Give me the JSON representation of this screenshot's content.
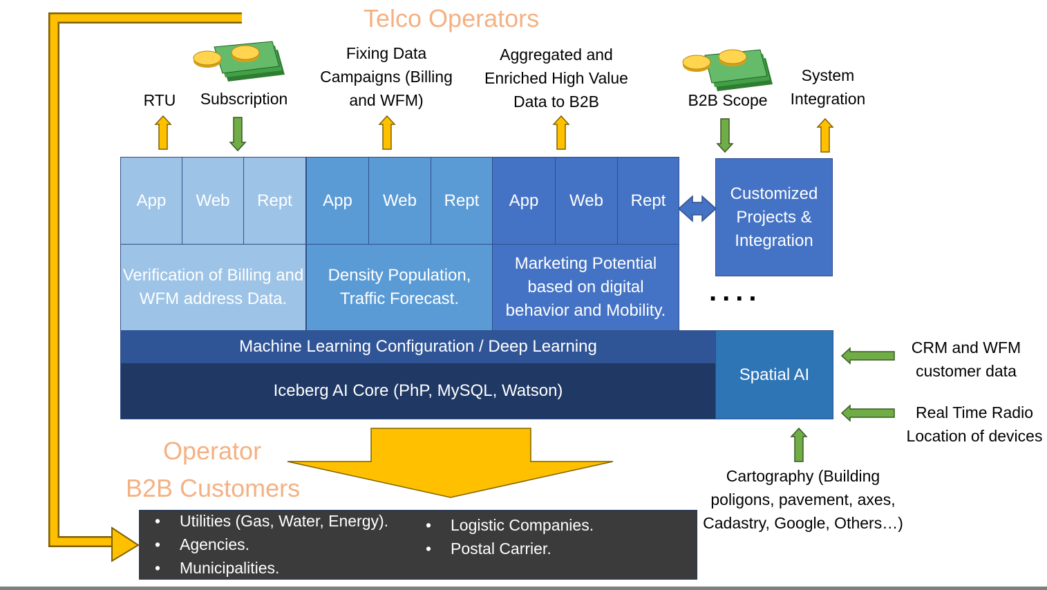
{
  "title_top": "Telco Operators",
  "title_bottom_1": "Operator",
  "title_bottom_2": "B2B Customers",
  "outputs": {
    "rtu": "RTU",
    "subscription": "Subscription",
    "fixing": "Fixing Data Campaigns (Billing and WFM)",
    "aggregated": "Aggregated and Enriched High Value Data to B2B",
    "b2b_scope": "B2B Scope",
    "system_integration": "System Integration"
  },
  "modules": [
    {
      "app": "App",
      "web": "Web",
      "rept": "Rept",
      "desc": "Verification of Billing and WFM address Data.",
      "color": "#9dc3e6"
    },
    {
      "app": "App",
      "web": "Web",
      "rept": "Rept",
      "desc": "Density Population, Traffic Forecast.",
      "color": "#5b9bd5"
    },
    {
      "app": "App",
      "web": "Web",
      "rept": "Rept",
      "desc": "Marketing Potential based on digital behavior and Mobility.",
      "color": "#4472c4"
    }
  ],
  "custom_projects": "Customized Projects & Integration",
  "ellipsis": "....",
  "ml_layer": "Machine Learning Configuration / Deep Learning",
  "core_layer": "Iceberg AI Core (PhP, MySQL, Watson)",
  "spatial_ai": "Spatial AI",
  "inputs": {
    "crm": "CRM and WFM customer data",
    "radio": "Real Time Radio Location of devices",
    "carto": "Cartography (Building poligons, pavement, axes, Cadastry, Google, Others…)"
  },
  "customers_left": [
    "Utilities (Gas, Water, Energy).",
    "Agencies.",
    "Municipalities."
  ],
  "customers_right": [
    "Logistic Companies.",
    "Postal Carrier."
  ],
  "colors": {
    "orange": "#f4b183",
    "gold": "#ffc000",
    "green": "#70ad47",
    "ml": "#2f5597",
    "core": "#1f3864",
    "spatial": "#2e75b6",
    "dark": "#3b3b3b"
  }
}
